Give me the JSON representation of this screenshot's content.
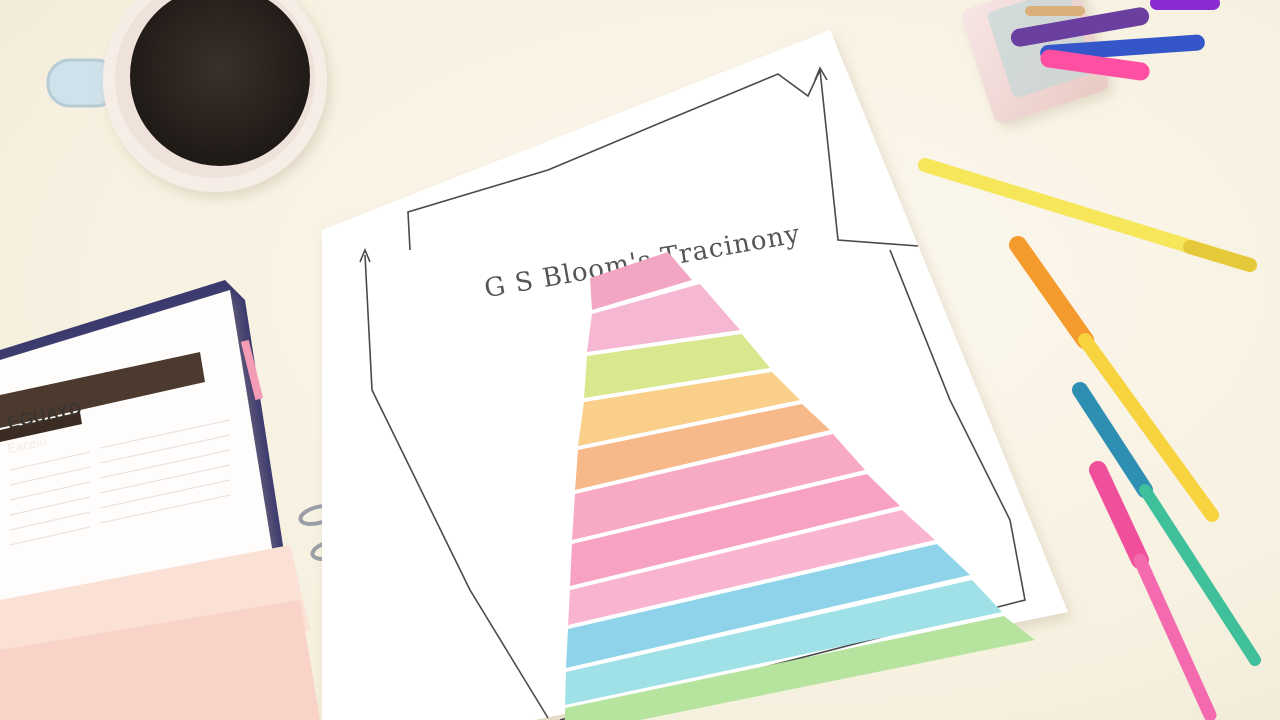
{
  "scene": {
    "description_tags": [
      "coffee-mug",
      "planner-notebook",
      "paper-worksheet",
      "pens",
      "pen-cup"
    ],
    "worksheet": {
      "title": "G S Bloom's Tracinony",
      "pyramid_colors": [
        "#f2a6c4",
        "#f5b7d2",
        "#d9e88f",
        "#f9cf8a",
        "#f7b98a",
        "#f8a9c4",
        "#f7a1c3",
        "#f9b5d0",
        "#8fd3ea",
        "#9fe1e6",
        "#b6e39e"
      ]
    },
    "planner": {
      "header": "EGUAYD",
      "subheader": "Eaceiu"
    },
    "colors": {
      "desk": "#f8f3e6",
      "coffee": "#2a2420",
      "mug": "#f6eee6",
      "pen_yellow": "#f5e65a",
      "pen_orange": "#f59a2c",
      "pen_teal": "#2f8fb3",
      "pen_pink": "#f04f9b"
    }
  }
}
